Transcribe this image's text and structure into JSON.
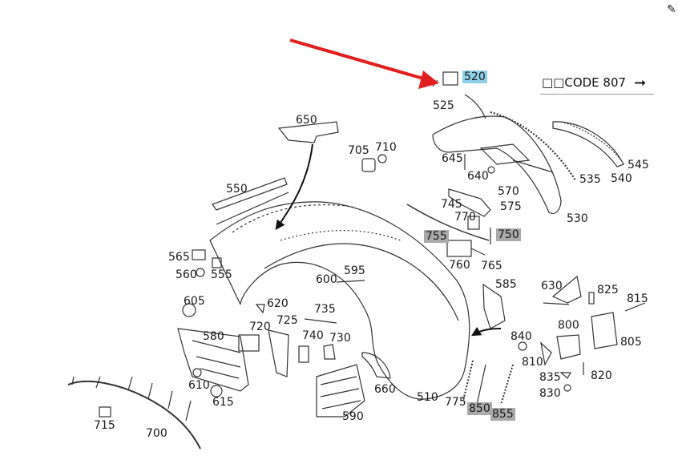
{
  "code_label": "□□CODE 807",
  "code_arrow": "➞",
  "edit_icon": "edit-icon",
  "accent_red": "#e02020",
  "labels": {
    "520": "520",
    "525": "525",
    "650": "650",
    "705": "705",
    "710": "710",
    "645": "645",
    "640": "640",
    "570": "570",
    "575": "575",
    "535": "535",
    "540": "540",
    "545": "545",
    "530": "530",
    "550": "550",
    "745": "745",
    "770": "770",
    "755": "755",
    "750": "750",
    "760": "760",
    "765": "765",
    "565": "565",
    "560": "560",
    "555": "555",
    "595": "595",
    "600": "600",
    "585": "585",
    "630": "630",
    "825": "825",
    "815": "815",
    "605": "605",
    "620": "620",
    "735": "735",
    "725": "725",
    "720": "720",
    "580": "580",
    "740": "740",
    "730": "730",
    "800": "800",
    "805": "805",
    "840": "840",
    "810": "810",
    "820": "820",
    "835": "835",
    "830": "830",
    "610": "610",
    "615": "615",
    "660": "660",
    "510": "510",
    "775": "775",
    "850": "850",
    "855": "855",
    "590": "590",
    "715": "715",
    "700": "700"
  }
}
